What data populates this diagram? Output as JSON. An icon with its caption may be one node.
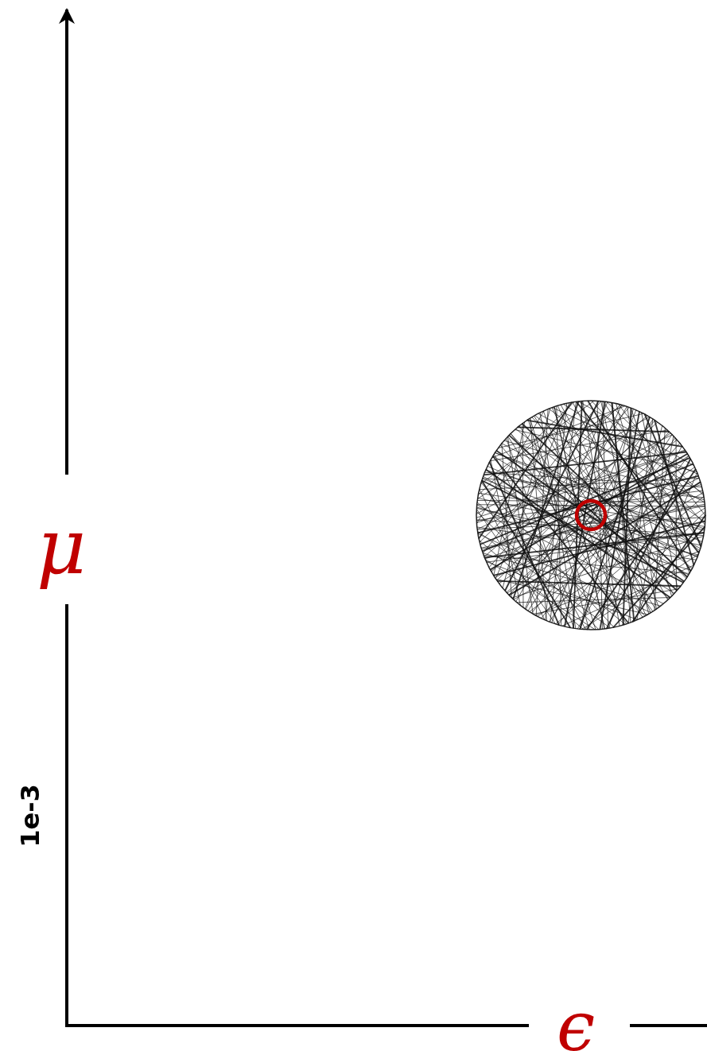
{
  "diagram": {
    "labels": [
      "μ",
      "1e-3",
      "ϵ"
    ]
  }
}
